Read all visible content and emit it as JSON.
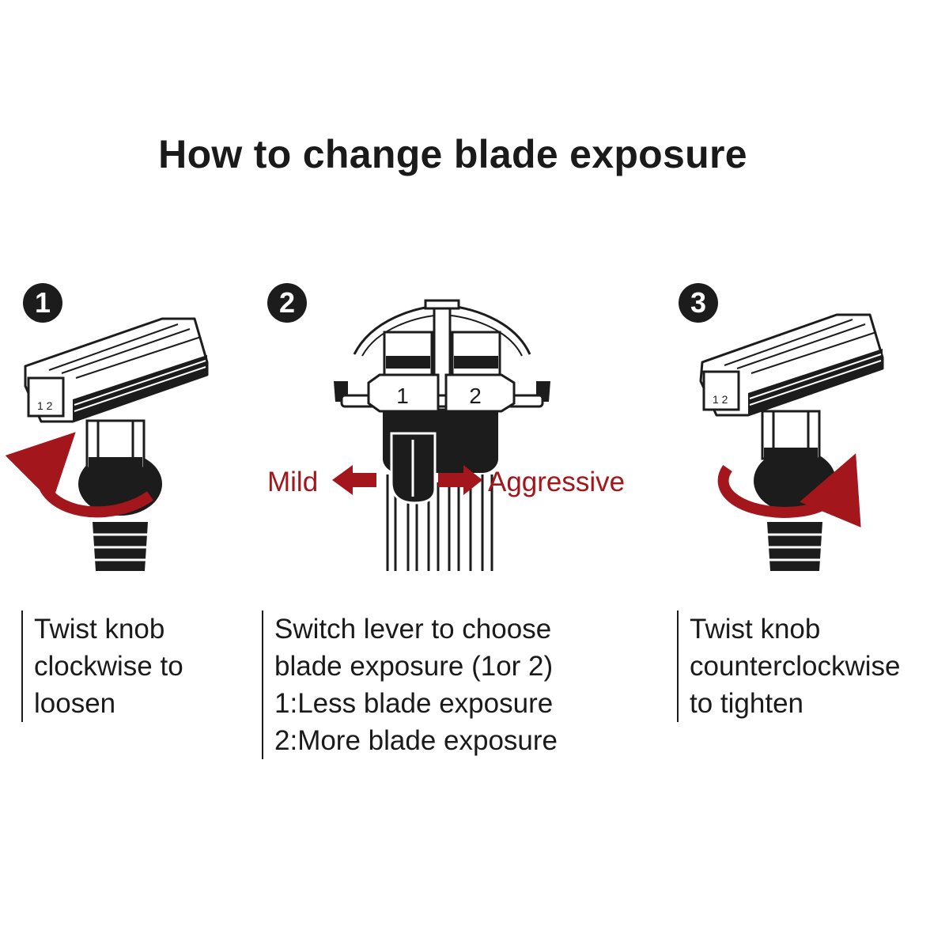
{
  "title": "How to change blade exposure",
  "colors": {
    "ink": "#1c1c1c",
    "accent": "#a3171c",
    "background": "#ffffff"
  },
  "steps": [
    {
      "number": "1",
      "lines": [
        "Twist knob",
        "clockwise to",
        "loosen"
      ]
    },
    {
      "number": "2",
      "lines": [
        "Switch lever to choose",
        "blade exposure (1or 2)",
        "1:Less blade exposure",
        "2:More blade exposure"
      ],
      "lever_positions": [
        "1",
        "2"
      ],
      "arrow_left_label": "Mild",
      "arrow_right_label": "Aggressive"
    },
    {
      "number": "3",
      "lines": [
        "Twist knob",
        "counterclockwise",
        "to tighten"
      ]
    }
  ],
  "icons": {
    "razor_loosen": "razor-head-icon",
    "rotate_clockwise": "rotate-arrow-icon",
    "lever_selector": "lever-selector-icon",
    "rotate_counterclockwise": "rotate-arrow-icon"
  }
}
